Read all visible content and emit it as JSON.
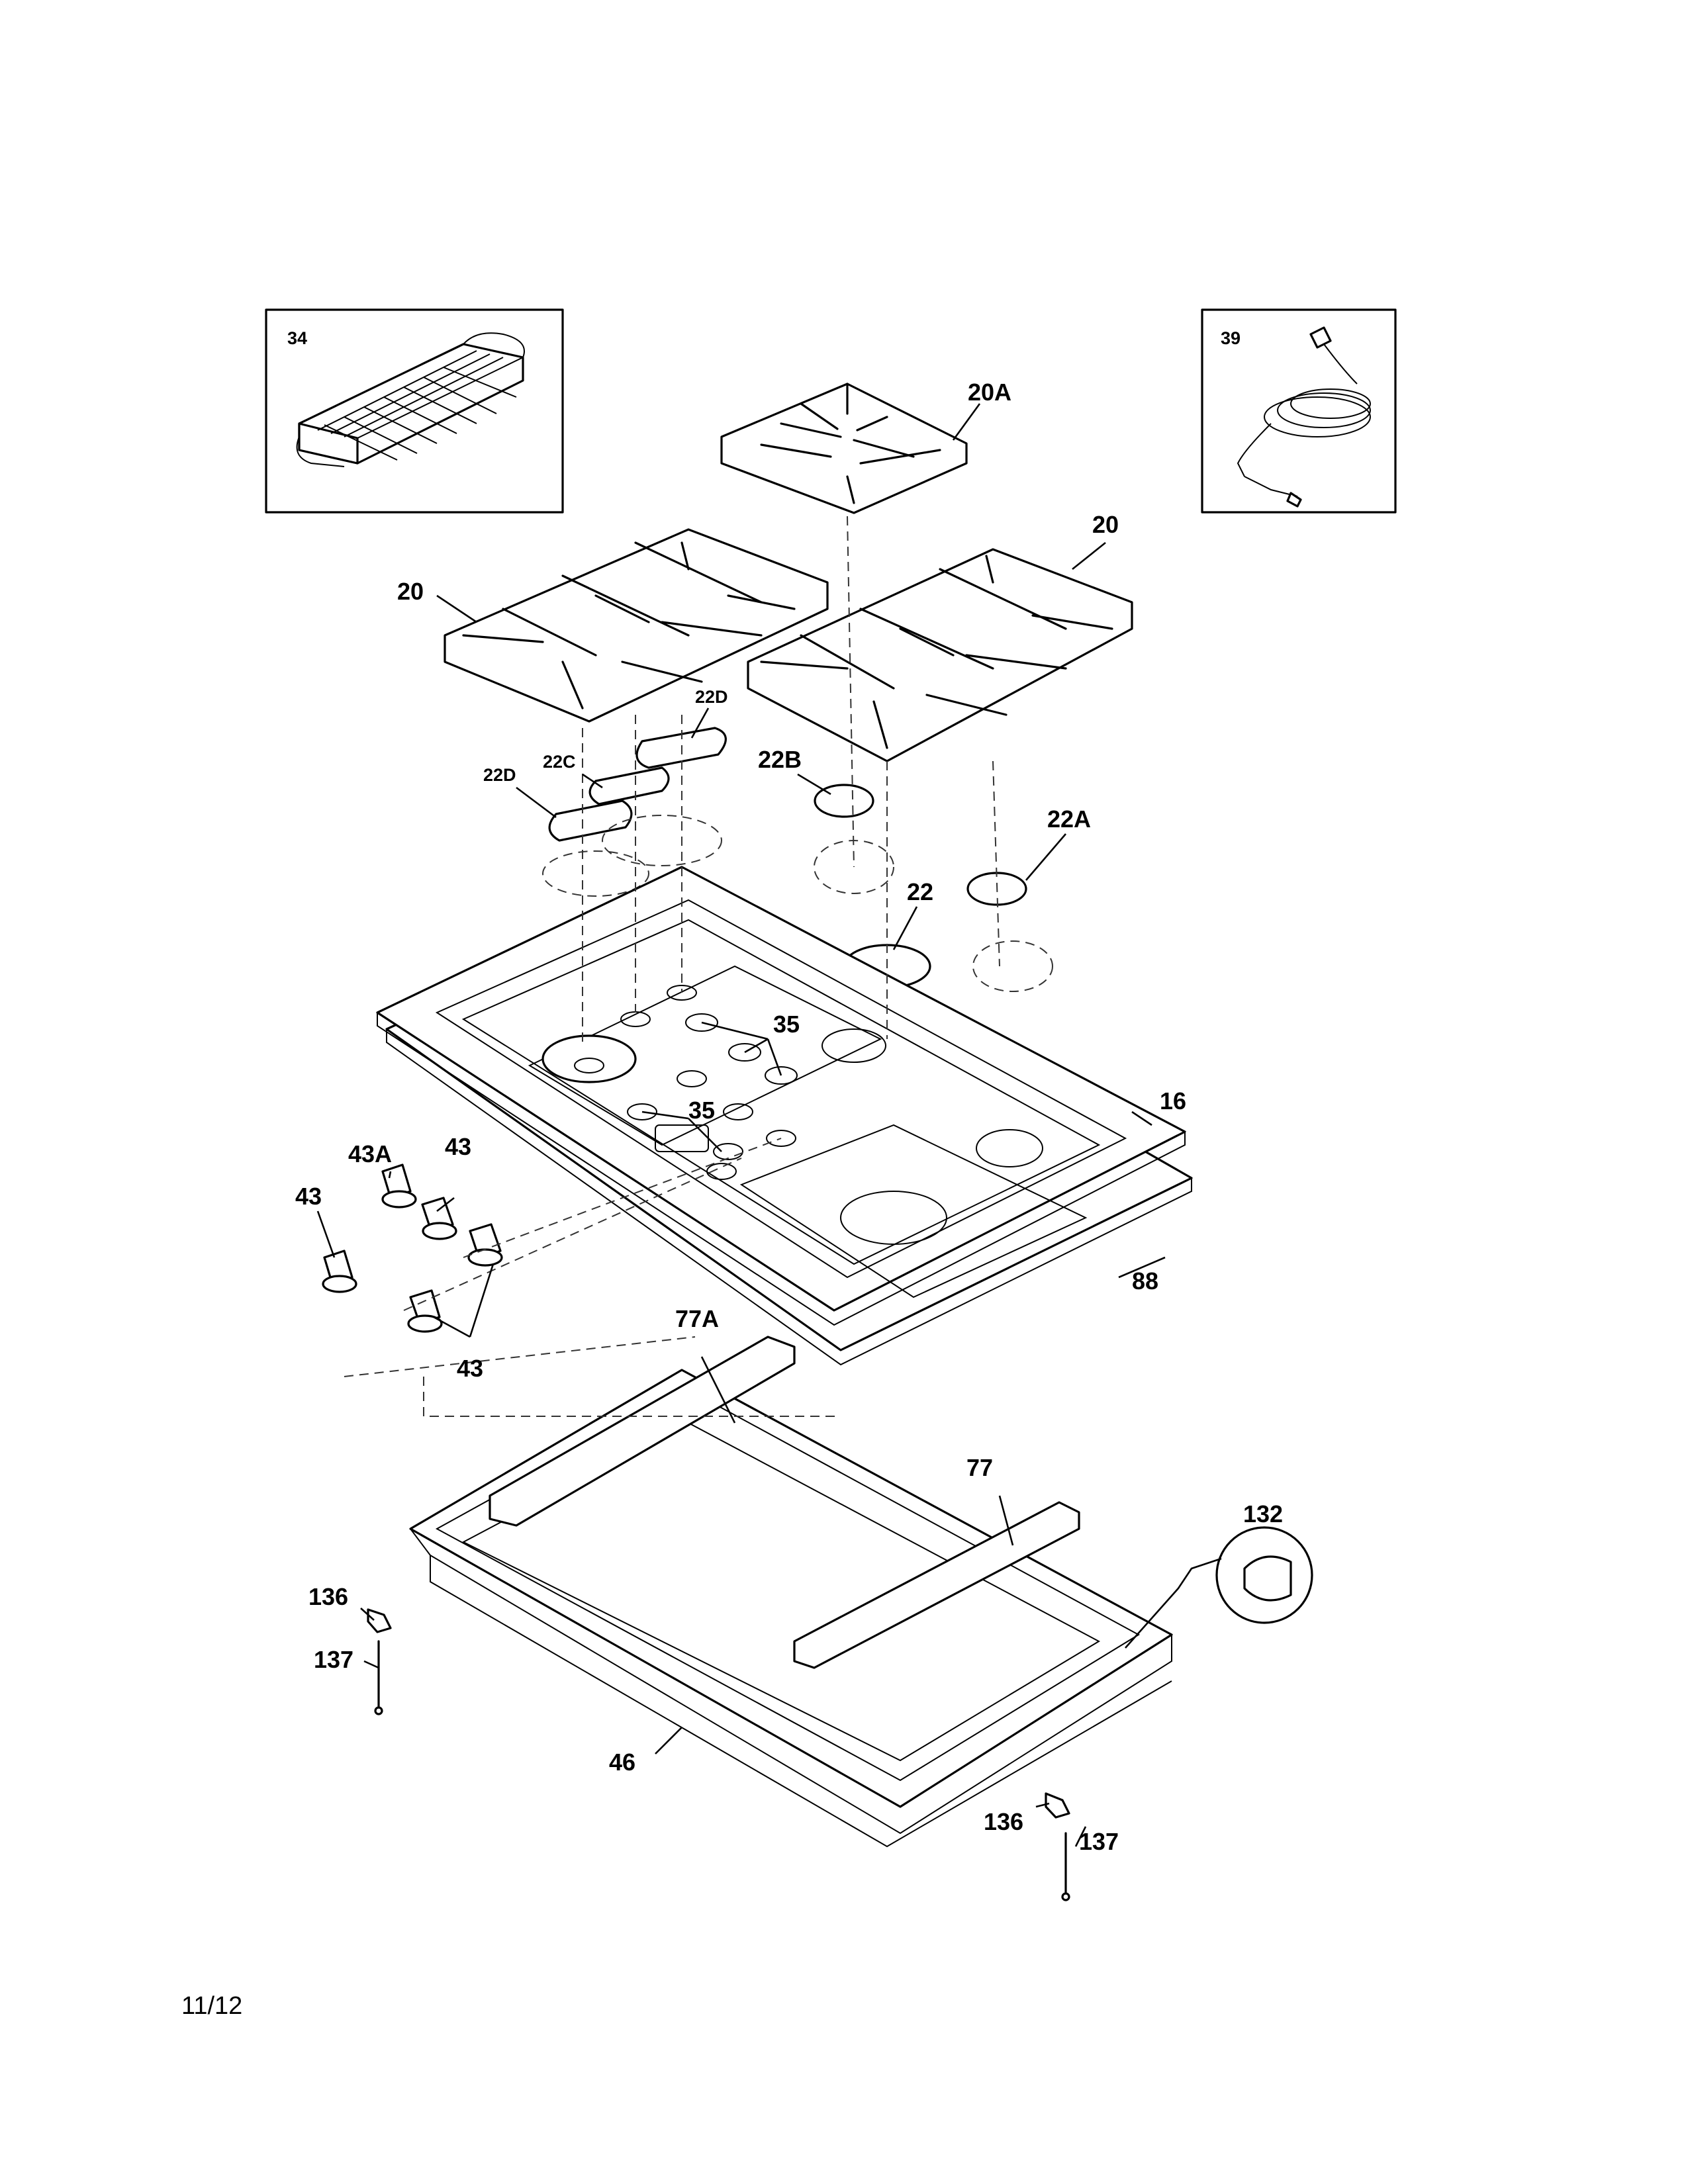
{
  "diagram": {
    "page_code": "11/12",
    "callouts": {
      "c34": "34",
      "c39": "39",
      "c20A": "20A",
      "c20_left": "20",
      "c20_right": "20",
      "c22D_top": "22D",
      "c22C": "22C",
      "c22D_left": "22D",
      "c22B": "22B",
      "c22A": "22A",
      "c22": "22",
      "c35_top": "35",
      "c35_bottom": "35",
      "c16": "16",
      "c88": "88",
      "c43A": "43A",
      "c43_upper": "43",
      "c43_left": "43",
      "c43_lower": "43",
      "c77A": "77A",
      "c77": "77",
      "c132": "132",
      "c136_left": "136",
      "c137_left": "137",
      "c46": "46",
      "c136_right": "136",
      "c137_right": "137"
    },
    "parts": [
      {
        "id": "34",
        "name": "griddle"
      },
      {
        "id": "39",
        "name": "power-cord"
      },
      {
        "id": "20A",
        "name": "burner-grate-small"
      },
      {
        "id": "20",
        "name": "burner-grate"
      },
      {
        "id": "22D",
        "name": "burner-cap-oval"
      },
      {
        "id": "22C",
        "name": "burner-cap-center"
      },
      {
        "id": "22B",
        "name": "burner-cap"
      },
      {
        "id": "22A",
        "name": "burner-cap"
      },
      {
        "id": "22",
        "name": "burner-cap-large"
      },
      {
        "id": "35",
        "name": "grommet"
      },
      {
        "id": "16",
        "name": "cooktop"
      },
      {
        "id": "88",
        "name": "gasket"
      },
      {
        "id": "43A",
        "name": "knob"
      },
      {
        "id": "43",
        "name": "knob"
      },
      {
        "id": "77A",
        "name": "bracket"
      },
      {
        "id": "77",
        "name": "bracket"
      },
      {
        "id": "132",
        "name": "clip"
      },
      {
        "id": "136",
        "name": "clamp"
      },
      {
        "id": "137",
        "name": "screw"
      },
      {
        "id": "46",
        "name": "burner-box"
      }
    ]
  }
}
